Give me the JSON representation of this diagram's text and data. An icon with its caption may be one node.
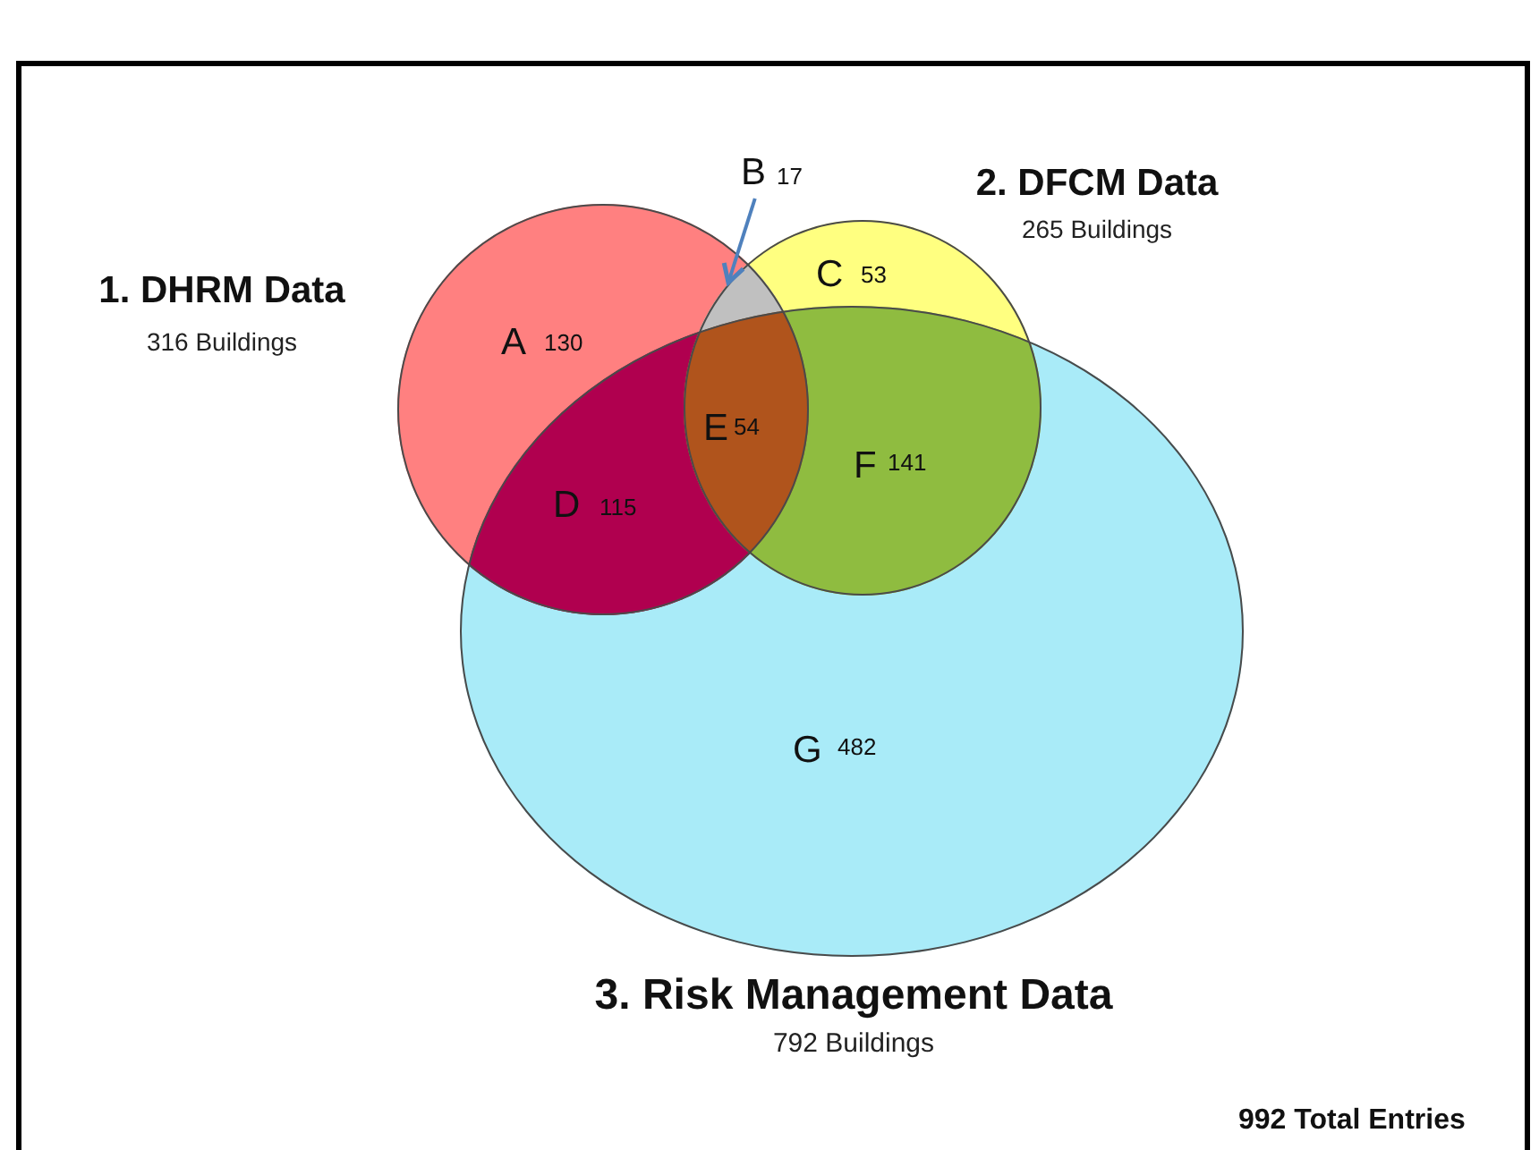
{
  "diagram": {
    "nodes": [
      {
        "text": [
          "1. DHRM Data",
          "316 Buildings"
        ]
      },
      {
        "text": [
          "2. DFCM Data",
          "265 Buildings"
        ]
      },
      {
        "text": [
          "3. Risk Management Data",
          "792 Buildings"
        ]
      },
      {
        "text": [
          "B",
          "17"
        ]
      },
      {
        "text": [],
        "shape": "region"
      }
    ],
    "edges": [
      {
        "from": 3,
        "to": 4,
        "arrow": "to",
        "color": "#4f81bd"
      }
    ],
    "labels": [
      "A",
      "130",
      "C",
      "53",
      "D",
      "115",
      "E",
      "54",
      "F",
      "141",
      "G",
      "482",
      "992 Total Entries"
    ]
  }
}
